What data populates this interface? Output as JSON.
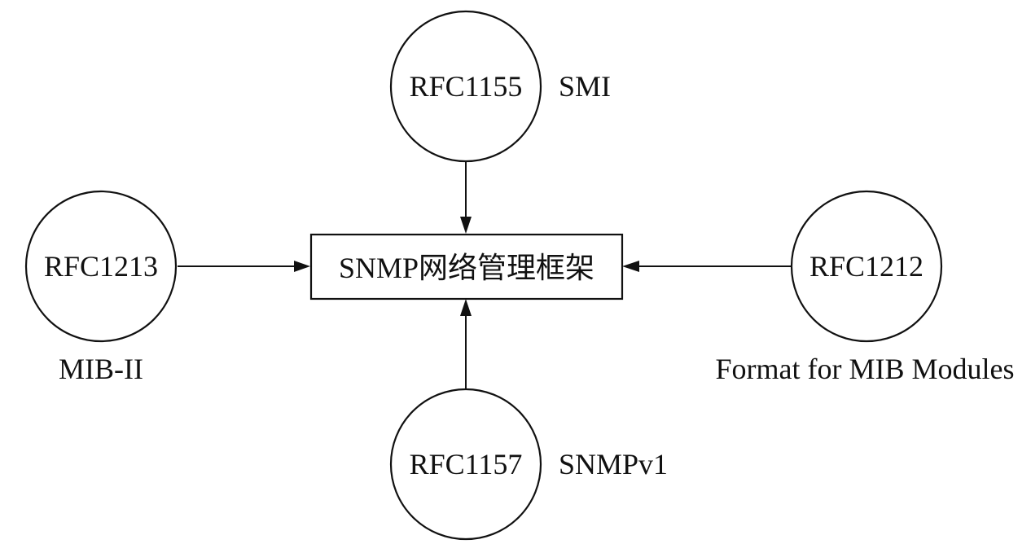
{
  "center": {
    "label": "SNMP网络管理框架"
  },
  "nodes": {
    "top": {
      "label": "RFC1155",
      "caption": "SMI"
    },
    "left": {
      "label": "RFC1213",
      "caption": "MIB-II"
    },
    "right": {
      "label": "RFC1212",
      "caption": "Format for MIB Modules"
    },
    "bottom": {
      "label": "RFC1157",
      "caption": "SNMPv1"
    }
  }
}
